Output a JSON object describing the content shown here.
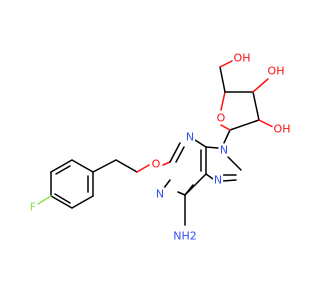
{
  "colors": {
    "carbon": "#000000",
    "nitrogen": "#3050F8",
    "oxygen": "#FF0D0D",
    "fluorine": "#90E050",
    "background": "#FFFFFF"
  },
  "atom_labels": {
    "fluorine": "F",
    "ether_oxygen": "O",
    "ring_oxygen": "O",
    "hydroxymethyl": "OH",
    "hydroxyl_top": "OH",
    "hydroxyl_bottom": "OH",
    "n_purine_1": "N",
    "n_purine_3": "N",
    "n_purine_7": "N",
    "n_purine_9": "N",
    "amino": "NH2"
  }
}
